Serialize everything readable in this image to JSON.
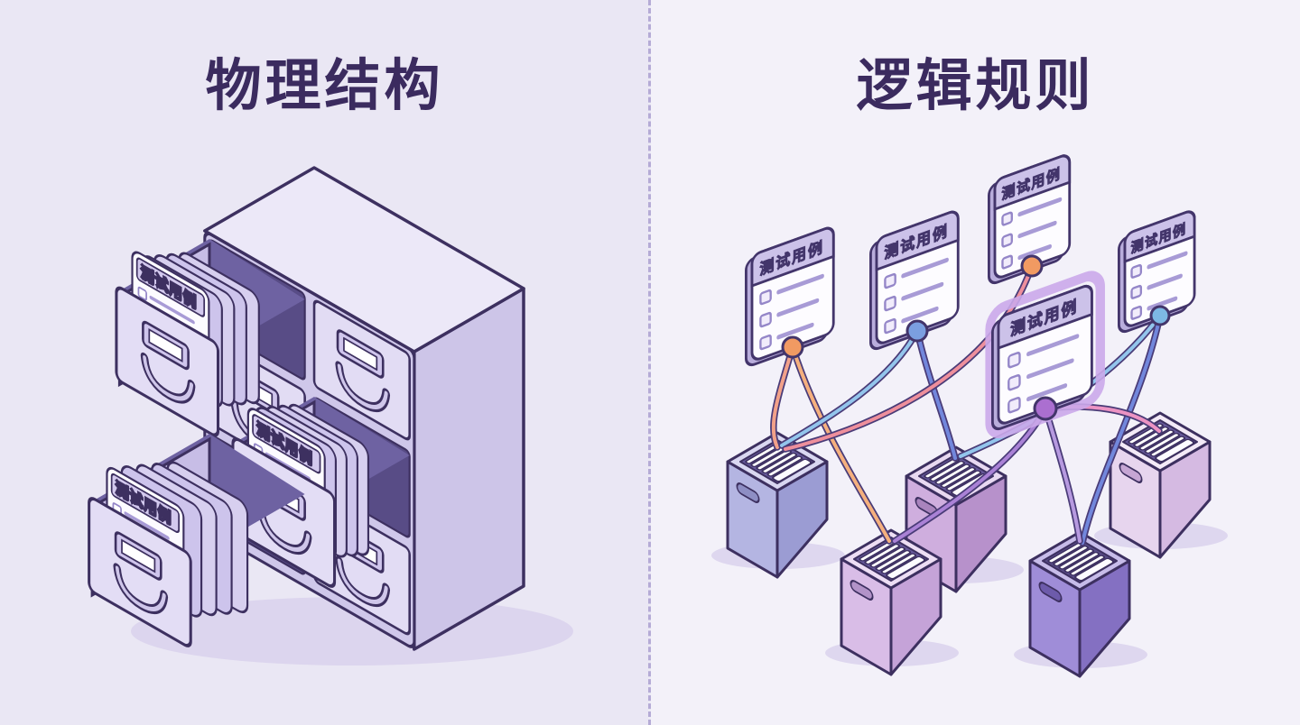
{
  "left_panel": {
    "title": "物理结构",
    "cabinet": {
      "drawers_total": 6,
      "open_drawers": [
        {
          "label": "测试用例"
        },
        {
          "label": "测试用例"
        },
        {
          "label": "测试用例"
        }
      ]
    }
  },
  "right_panel": {
    "title": "逻辑规则",
    "cards": [
      {
        "label": "测试用例",
        "dot_color": "#f19a62",
        "highlighted": false
      },
      {
        "label": "测试用例",
        "dot_color": "#7b9fe0",
        "highlighted": false
      },
      {
        "label": "测试用例",
        "dot_color": "#f19a62",
        "highlighted": false
      },
      {
        "label": "测试用例",
        "dot_color": "#7db8e4",
        "highlighted": false
      },
      {
        "label": "测试用例",
        "dot_color": "#ab6fd0",
        "highlighted": true
      }
    ],
    "boxes_total": 5,
    "connections": [
      {
        "from": "card-1",
        "to": "box-1",
        "color": "#f2a189"
      },
      {
        "from": "card-1",
        "to": "box-4",
        "color": "#f5b07e"
      },
      {
        "from": "card-2",
        "to": "box-1",
        "color": "#93c5ec"
      },
      {
        "from": "card-2",
        "to": "box-2",
        "color": "#7287dc"
      },
      {
        "from": "card-3",
        "to": "box-1",
        "color": "#ee8f9c"
      },
      {
        "from": "card-4",
        "to": "box-2",
        "color": "#93c5ec"
      },
      {
        "from": "card-4",
        "to": "box-5",
        "color": "#7287dc"
      },
      {
        "from": "card-5",
        "to": "box-4",
        "color": "#aa82d6"
      },
      {
        "from": "card-5",
        "to": "box-3",
        "color": "#ec93c3"
      },
      {
        "from": "card-5",
        "to": "box-5",
        "color": "#b79ae0"
      }
    ]
  },
  "colors": {
    "background_left": "#eae7f4",
    "background_right": "#f3f1f9",
    "outline": "#3d3060",
    "title_text": "#3b2b5f",
    "divider": "#b5abd6",
    "cabinet_front": "#dcd6f0",
    "card_header": "#ccc2e9",
    "highlight_glow": "#cba9ea"
  }
}
